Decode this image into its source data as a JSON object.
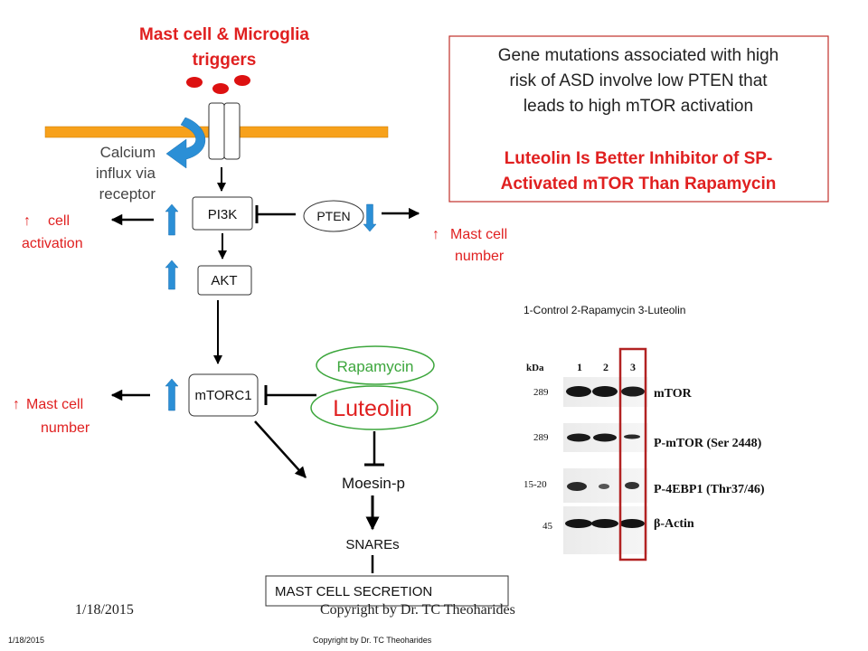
{
  "triggers": {
    "line1": "Mast cell & Microglia",
    "line2": "triggers"
  },
  "calcium": {
    "line1": "Calcium",
    "line2": "influx via",
    "line3": "receptor"
  },
  "nodes": {
    "pi3k": "PI3K",
    "pten": "PTEN",
    "akt": "AKT",
    "mtorc1": "mTORC1",
    "rapamycin": "Rapamycin",
    "luteolin": "Luteolin",
    "moesin": "Moesin-p",
    "snares": "SNAREs",
    "secretion": "MAST CELL SECRETION"
  },
  "effects": {
    "cell_activation": {
      "line1": "cell",
      "line2": "activation"
    },
    "mast_cell_number_right": {
      "line1": "Mast cell",
      "line2": "number"
    },
    "mast_cell_number_left": {
      "line1": "Mast cell",
      "line2": "number"
    }
  },
  "info_box": {
    "line1": "Gene mutations associated with high",
    "line2": "risk of ASD involve low PTEN that",
    "line3": "leads to high mTOR activation",
    "highlight1": "Luteolin Is Better Inhibitor of SP-",
    "highlight2": "Activated mTOR Than Rapamycin"
  },
  "blot": {
    "legend": "1-Control 2-Rapamycin 3-Luteolin",
    "kda_label": "kDa",
    "lanes": [
      "1",
      "2",
      "3"
    ],
    "rows": [
      {
        "kda": "289",
        "label": "mTOR"
      },
      {
        "kda": "289",
        "label": "P-mTOR (Ser 2448)"
      },
      {
        "kda": "15-20",
        "label": "P-4EBP1 (Thr37/46)"
      },
      {
        "kda": "45",
        "label": "β-Actin"
      }
    ]
  },
  "footer": {
    "date_large": "1/18/2015",
    "copyright_large": "Copyright by Dr. TC Theoharides",
    "date_small": "1/18/2015",
    "copyright_small": "Copyright by Dr. TC Theoharides"
  },
  "colors": {
    "red": "#e02020",
    "membrane": "#f7a11b",
    "blue_arrow": "#2b8fd6",
    "green": "#3ca63c",
    "box_red": "#c0302a"
  }
}
